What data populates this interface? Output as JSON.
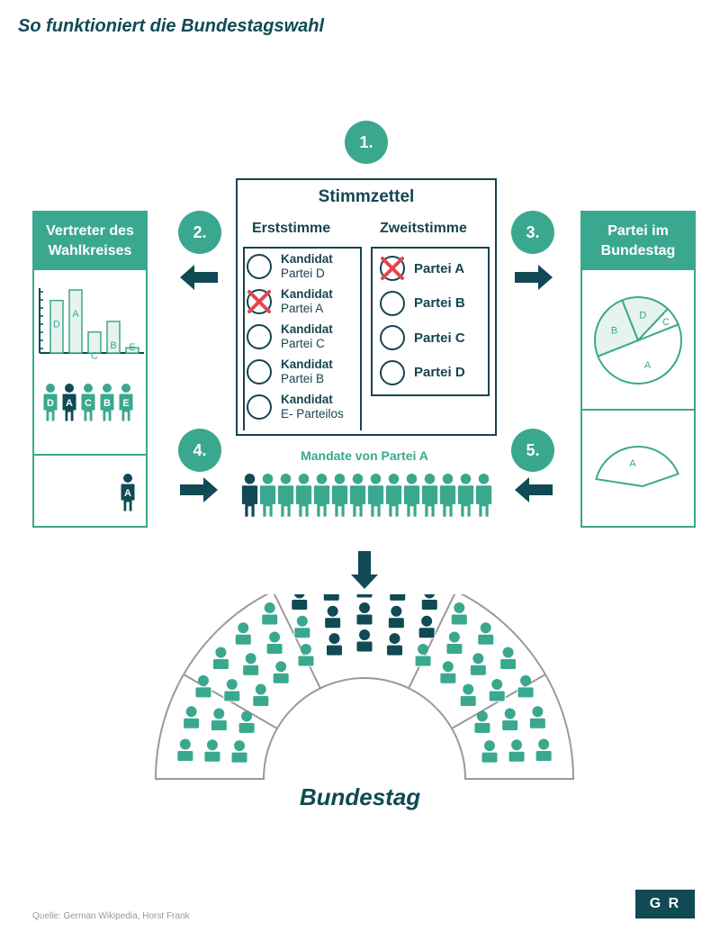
{
  "title": "So funktioniert die Bundestagswahl",
  "steps": [
    "1.",
    "2.",
    "3.",
    "4.",
    "5."
  ],
  "ballot": {
    "title": "Stimmzettel",
    "first_vote": "Erststimme",
    "second_vote": "Zweitstimme",
    "candidates": [
      {
        "name": "Kandidat",
        "party": "Partei D",
        "marked": false
      },
      {
        "name": "Kandidat",
        "party": "Partei A",
        "marked": true
      },
      {
        "name": "Kandidat",
        "party": "Partei C",
        "marked": false
      },
      {
        "name": "Kandidat",
        "party": "Partei B",
        "marked": false
      },
      {
        "name": "Kandidat",
        "party": "E- Parteilos",
        "marked": false
      }
    ],
    "parties": [
      {
        "name": "Partei A",
        "marked": true
      },
      {
        "name": "Partei B",
        "marked": false
      },
      {
        "name": "Partei C",
        "marked": false
      },
      {
        "name": "Partei D",
        "marked": false
      }
    ]
  },
  "left_panel": {
    "title": "Vertreter des Wahlkreises",
    "bars": [
      {
        "label": "D",
        "value": 5
      },
      {
        "label": "A",
        "value": 6
      },
      {
        "label": "C",
        "value": 2
      },
      {
        "label": "B",
        "value": 3
      },
      {
        "label": "E",
        "value": 0.5
      }
    ],
    "people": [
      "D",
      "A",
      "C",
      "B",
      "E"
    ],
    "winner": "A"
  },
  "right_panel": {
    "title": "Partei im Bundestag",
    "pie": [
      {
        "label": "A",
        "share": 50
      },
      {
        "label": "B",
        "share": 25
      },
      {
        "label": "D",
        "share": 18
      },
      {
        "label": "C",
        "share": 7
      }
    ],
    "seat_label": "A"
  },
  "mandates_label": "Mandate von Partei A",
  "bundestag_label": "Bundestag",
  "source": "Quelle: German Wikipedia, Horst Frank",
  "logo": "G R",
  "colors": {
    "teal": "#3aa88e",
    "dark": "#0f4a55",
    "light_teal": "#e7f3ef"
  }
}
